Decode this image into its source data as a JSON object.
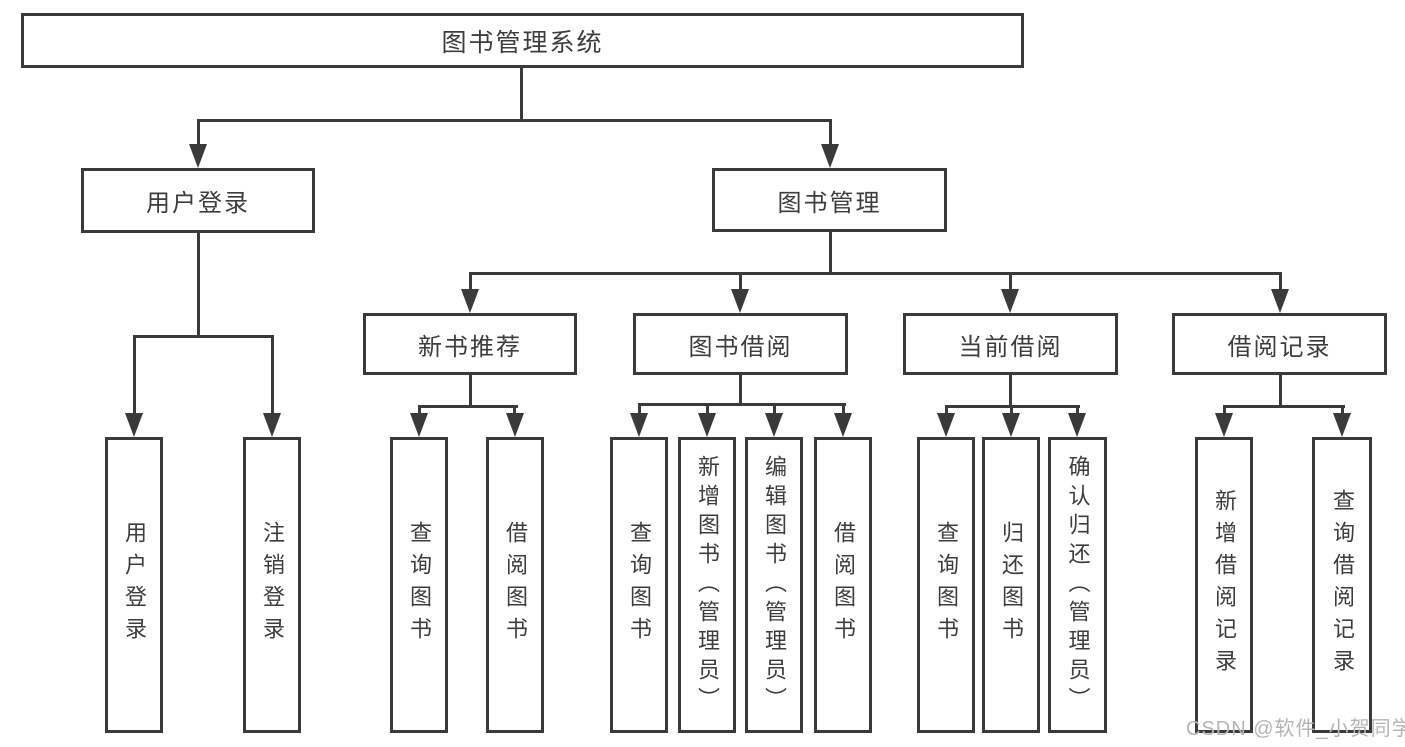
{
  "diagram": {
    "root": {
      "label": "图书管理系统"
    },
    "level2": [
      {
        "label": "用户登录"
      },
      {
        "label": "图书管理"
      }
    ],
    "level3": [
      {
        "label": "新书推荐"
      },
      {
        "label": "图书借阅"
      },
      {
        "label": "当前借阅"
      },
      {
        "label": "借阅记录"
      }
    ],
    "leaves": {
      "user_login": [
        "用户登录",
        "注销登录"
      ],
      "new_book": [
        "查询图书",
        "借阅图书"
      ],
      "borrow": [
        "查询图书",
        "新增图书（管理员）",
        "编辑图书（管理员）",
        "借阅图书"
      ],
      "current": [
        "查询图书",
        "归还图书",
        "确认归还（管理员）"
      ],
      "records": [
        "新增借阅记录",
        "查询借阅记录"
      ]
    },
    "colors": {
      "line": "#3a3a3a",
      "text": "#3d3d3d",
      "watermark": "#b5b5b5"
    },
    "watermark": "CSDN @软件_小贺同学"
  }
}
